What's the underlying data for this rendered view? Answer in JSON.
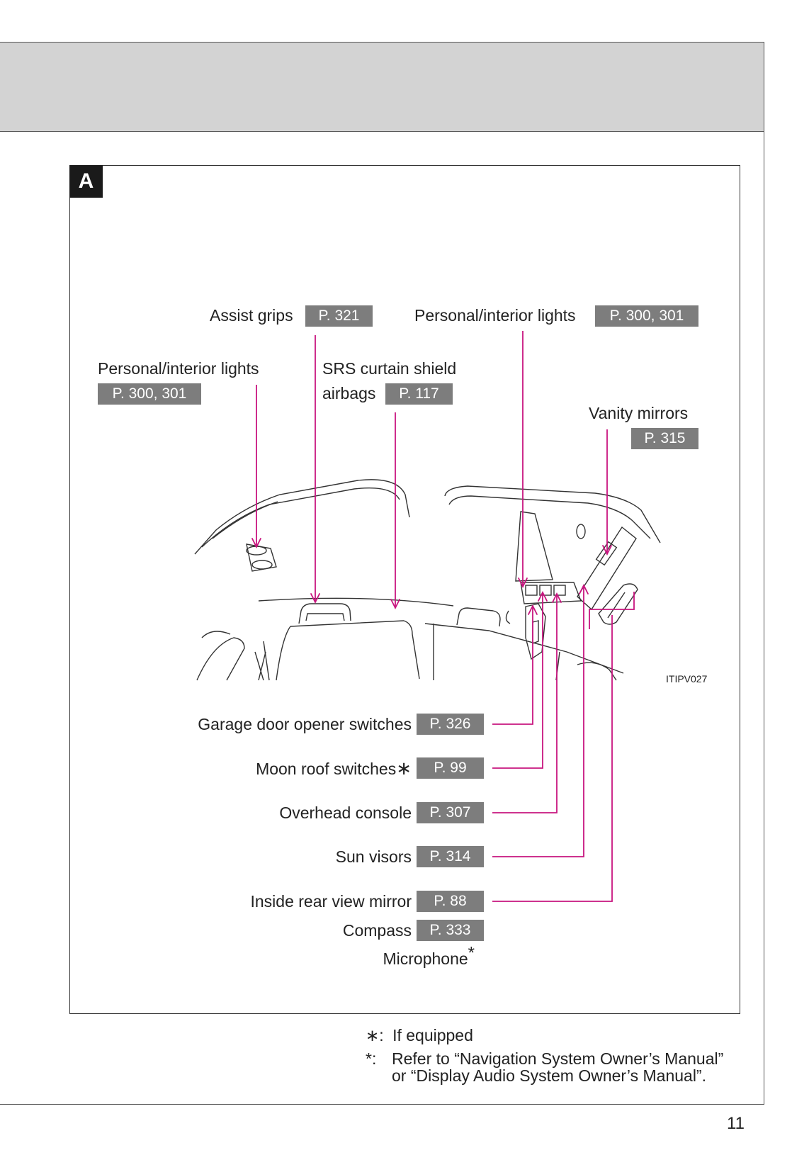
{
  "section_letter": "A",
  "image_code": "ITIPV027",
  "page_number": "11",
  "top_callouts": {
    "assist_grips": {
      "label": "Assist grips",
      "ref": "P. 321"
    },
    "personal_lights_right": {
      "label": "Personal/interior lights",
      "ref": "P. 300, 301"
    },
    "personal_lights_left": {
      "label": "Personal/interior lights",
      "ref": "P. 300, 301"
    },
    "srs_airbags": {
      "label_line1": "SRS curtain shield",
      "label_line2": "airbags",
      "ref": "P. 117"
    },
    "vanity_mirrors": {
      "label": "Vanity mirrors",
      "ref": "P. 315"
    }
  },
  "bottom_callouts": [
    {
      "label": "Garage door opener switches",
      "ref": "P. 326"
    },
    {
      "label": "Moon roof switches",
      "mark": "∗",
      "ref": "P. 99"
    },
    {
      "label": "Overhead console",
      "ref": "P. 307"
    },
    {
      "label": "Sun visors",
      "ref": "P. 314"
    },
    {
      "label": "Inside rear view mirror",
      "ref": "P. 88"
    },
    {
      "label": "Compass",
      "ref": "P. 333"
    },
    {
      "label": "Microphone",
      "mark": "*"
    }
  ],
  "footnotes": [
    {
      "mark": "∗:",
      "text": "If equipped"
    },
    {
      "mark": "*:",
      "text_line1": "Refer to “Navigation System Owner’s Manual”",
      "text_line2": "or “Display Audio System Owner’s Manual”."
    }
  ],
  "colors": {
    "leader_line": "#c8157f",
    "ref_badge": "#7d7d7d",
    "header_band": "#d3d3d3"
  }
}
